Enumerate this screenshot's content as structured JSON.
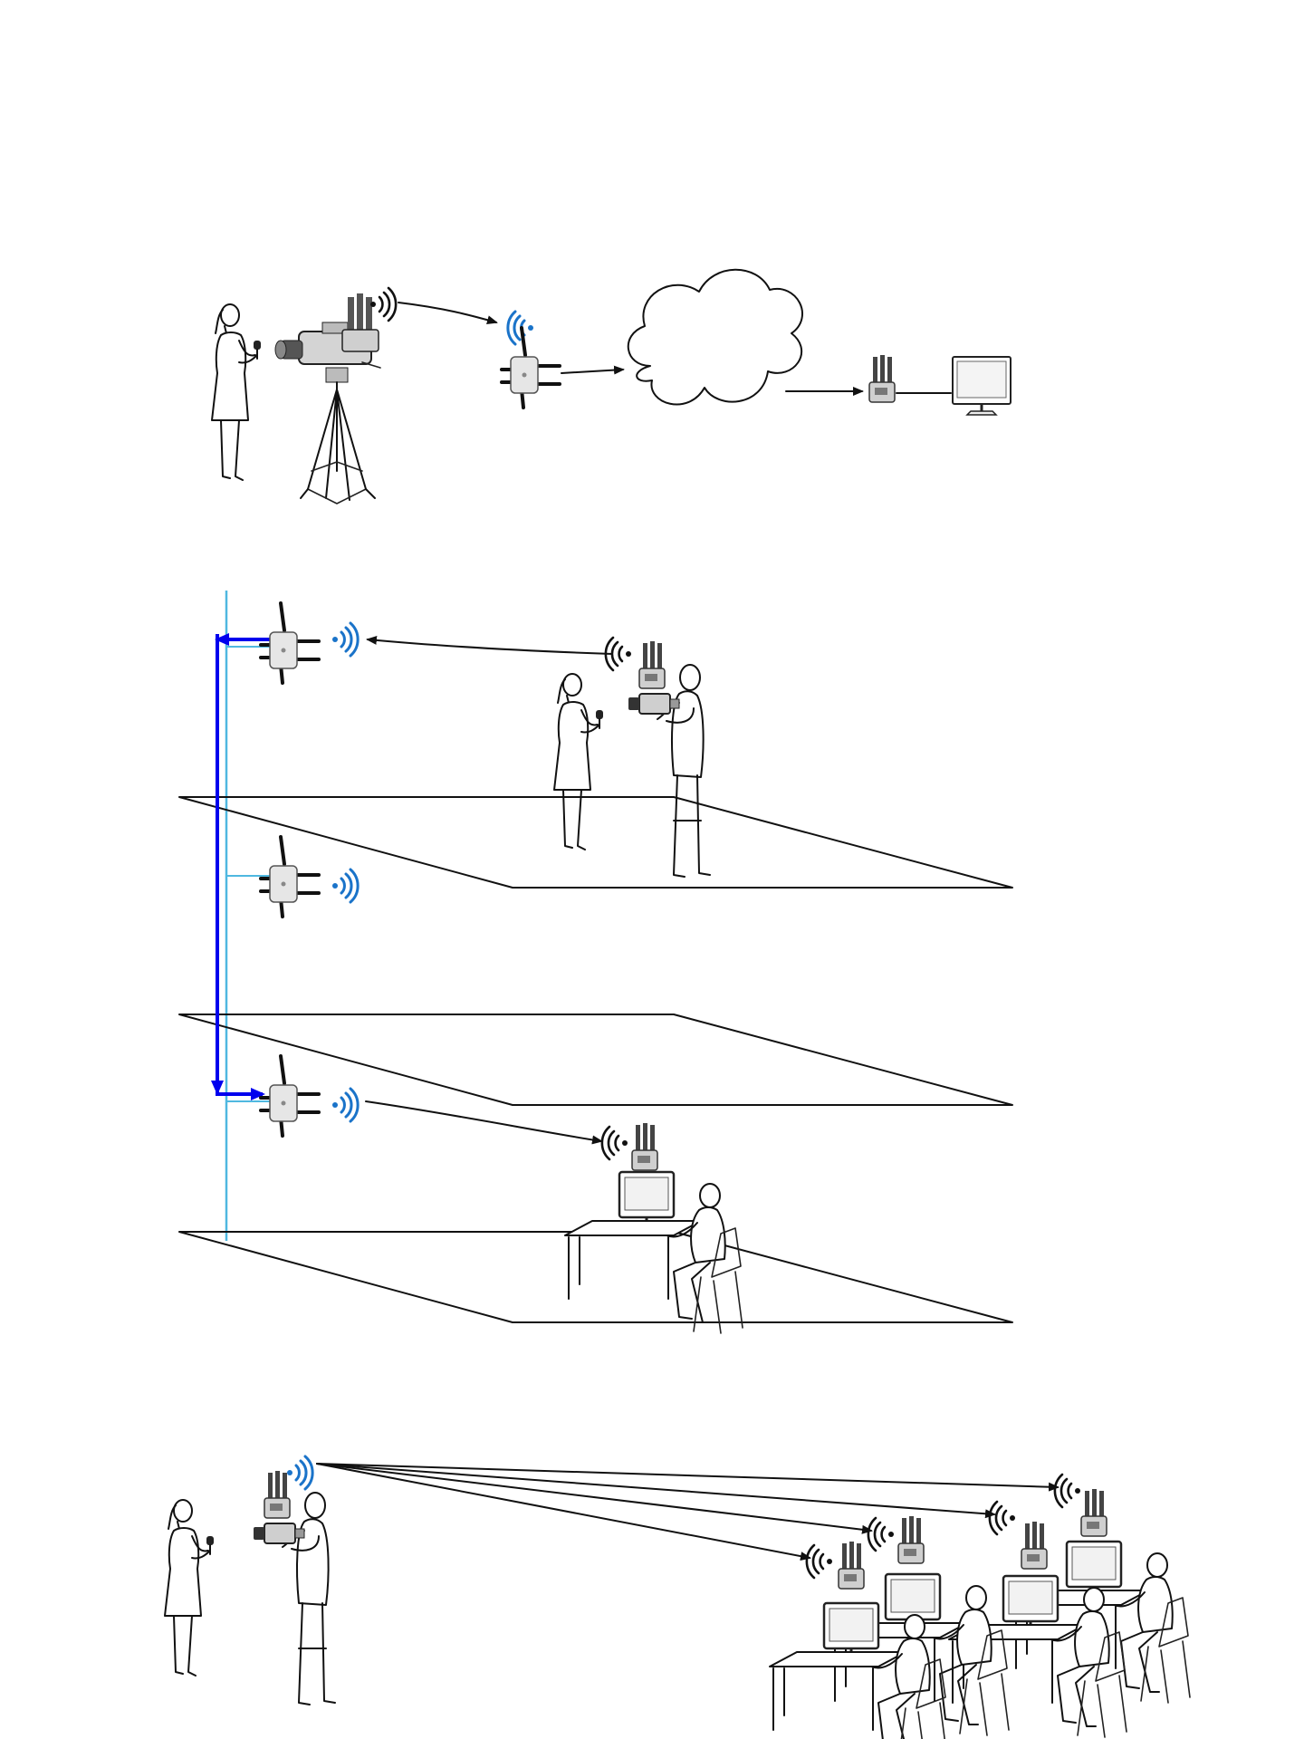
{
  "colors": {
    "line": "#111111",
    "blue_path": "#0000ee",
    "riser": "#4fb8e0",
    "wifi_blue": "#1a73c9",
    "device": "#e6e6e6"
  },
  "scenes": [
    {
      "id": "scene-1",
      "description_items": [
        "reporter",
        "tripod-camera-with-transmitter",
        "receiver-router",
        "cloud",
        "decoder-box",
        "monitor"
      ]
    },
    {
      "id": "scene-2",
      "floors": 3,
      "description_items": [
        "access-point-top",
        "access-point-middle",
        "access-point-bottom",
        "reporter",
        "camera-operator",
        "desk-operator"
      ]
    },
    {
      "id": "scene-3",
      "receiver_count": 4,
      "description_items": [
        "reporter",
        "camera-operator",
        "desk-station-group-left",
        "desk-station-group-right"
      ]
    }
  ]
}
